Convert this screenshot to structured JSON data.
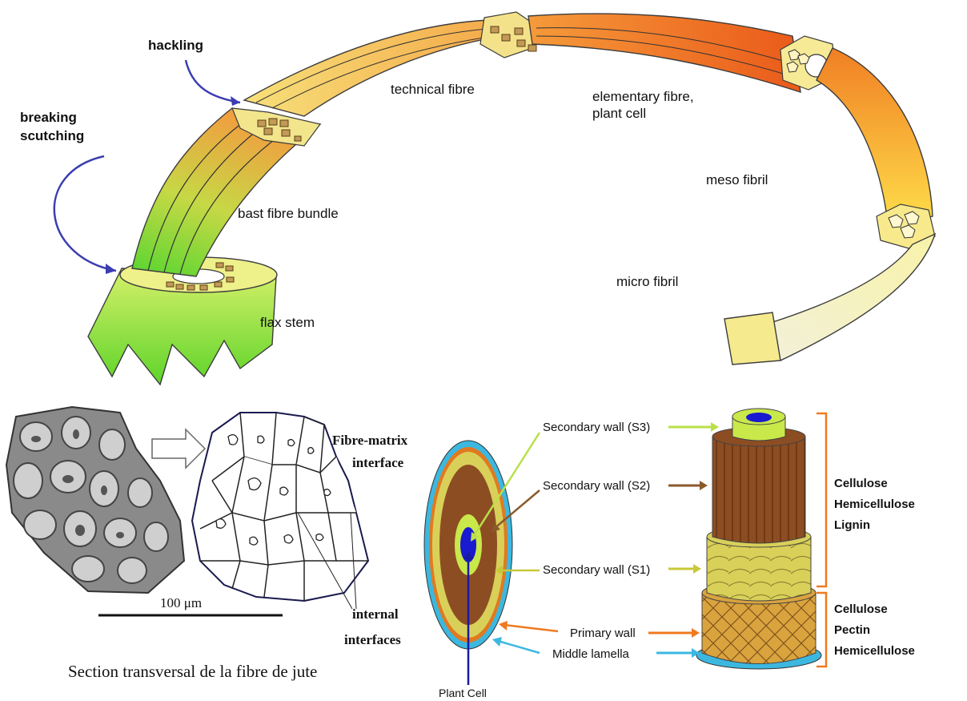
{
  "fibre_hierarchy": {
    "labels": {
      "hackling": "hackling",
      "breaking": "breaking",
      "scutching": "scutching",
      "technical_fibre": "technical fibre",
      "elementary_fibre_line1": "elementary fibre,",
      "elementary_fibre_line2": "plant cell",
      "meso_fibril": "meso fibril",
      "bast_fibre_bundle": "bast fibre bundle",
      "micro_fibril": "micro fibril",
      "flax_stem": "flax stem"
    }
  },
  "jute_section": {
    "fibre_matrix_line1": "Fibre-matrix",
    "fibre_matrix_line2": "interface",
    "internal_line1": "internal",
    "internal_line2": "interfaces",
    "scale_bar": "100 μm",
    "caption": "Section transversal de la fibre de jute"
  },
  "cell_wall": {
    "layers": {
      "s3": "Secondary wall (S3)",
      "s2": "Secondary wall (S2)",
      "s1": "Secondary wall (S1)",
      "primary": "Primary wall",
      "middle_lamella": "Middle lamella"
    },
    "plant_cell": "Plant Cell",
    "composition_upper": [
      "Cellulose",
      "Hemicellulose",
      "Lignin"
    ],
    "composition_lower": [
      "Cellulose",
      "Pectin",
      "Hemicellulose"
    ],
    "colors": {
      "s3_arrow": "#b9e04a",
      "s2_arrow": "#8b5a2b",
      "s1_arrow": "#c8c83a",
      "primary_arrow": "#f07a20",
      "middle_lamella_arrow": "#3cb8e0",
      "plant_cell_arrow": "#1a1aa0",
      "bracket": "#f07a20"
    }
  }
}
